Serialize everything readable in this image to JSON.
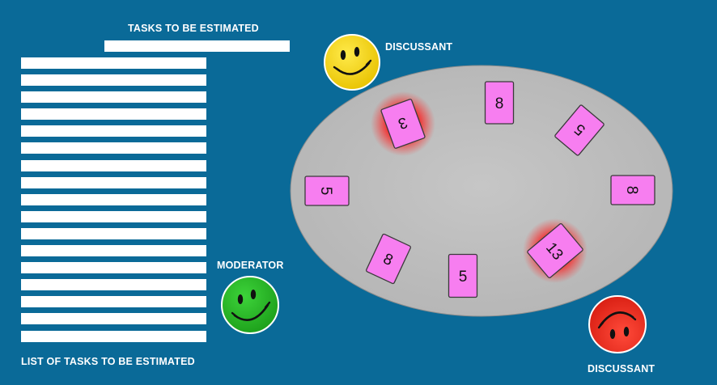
{
  "labels": {
    "tasks_to_be_estimated": "TASKS TO BE ESTIMATED",
    "list_of_tasks": "LIST OF TASKS TO BE ESTIMATED",
    "moderator": "MODERATOR",
    "discussant_top": "DISCUSSANT",
    "discussant_bottom": "DISCUSSANT"
  },
  "task_list": {
    "row_count": 17
  },
  "cards": [
    {
      "value": "3",
      "highlighted": true
    },
    {
      "value": "8",
      "highlighted": false
    },
    {
      "value": "5",
      "highlighted": false
    },
    {
      "value": "8",
      "highlighted": false
    },
    {
      "value": "13",
      "highlighted": true
    },
    {
      "value": "5",
      "highlighted": false
    },
    {
      "value": "8",
      "highlighted": false
    },
    {
      "value": "5",
      "highlighted": false
    }
  ],
  "participants": {
    "moderator": {
      "icon": "happy-face",
      "color": "#22B51F"
    },
    "discussant_top": {
      "icon": "happy-face",
      "color": "#F2D41A"
    },
    "discussant_bottom": {
      "icon": "sad-face",
      "color": "#EE2A1E"
    }
  },
  "colors": {
    "background": "#0A6A98",
    "table": "#BDBDBD",
    "card": "#F77EF0",
    "highlight": "#FF0000"
  }
}
